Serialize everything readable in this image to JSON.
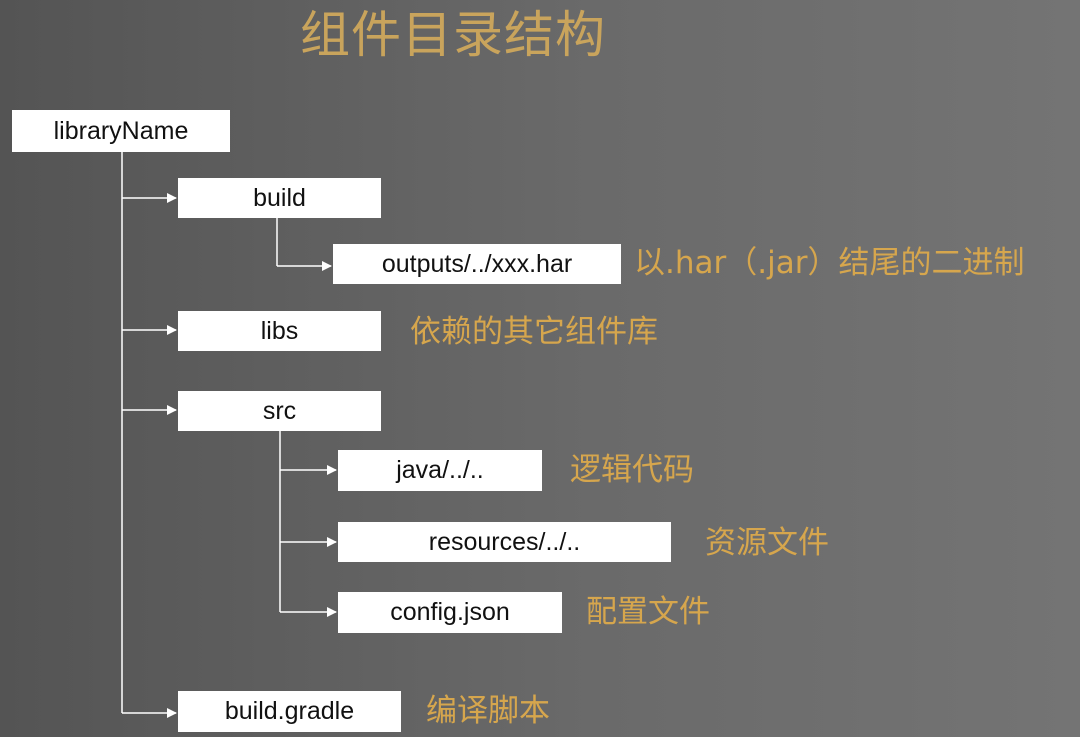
{
  "title": "组件目录结构",
  "accent_color": "#d6a64d",
  "line_color": "#ffffff",
  "tree": {
    "root": "libraryName",
    "build": "build",
    "outputs": "outputs/../xxx.har",
    "libs": "libs",
    "src": "src",
    "java": "java/../..",
    "resources": "resources/../..",
    "config": "config.json",
    "gradle": "build.gradle"
  },
  "notes": {
    "outputs": "以.har（.jar）结尾的二进制",
    "libs": "依赖的其它组件库",
    "java": "逻辑代码",
    "resources": "资源文件",
    "config": "配置文件",
    "gradle": "编译脚本"
  }
}
